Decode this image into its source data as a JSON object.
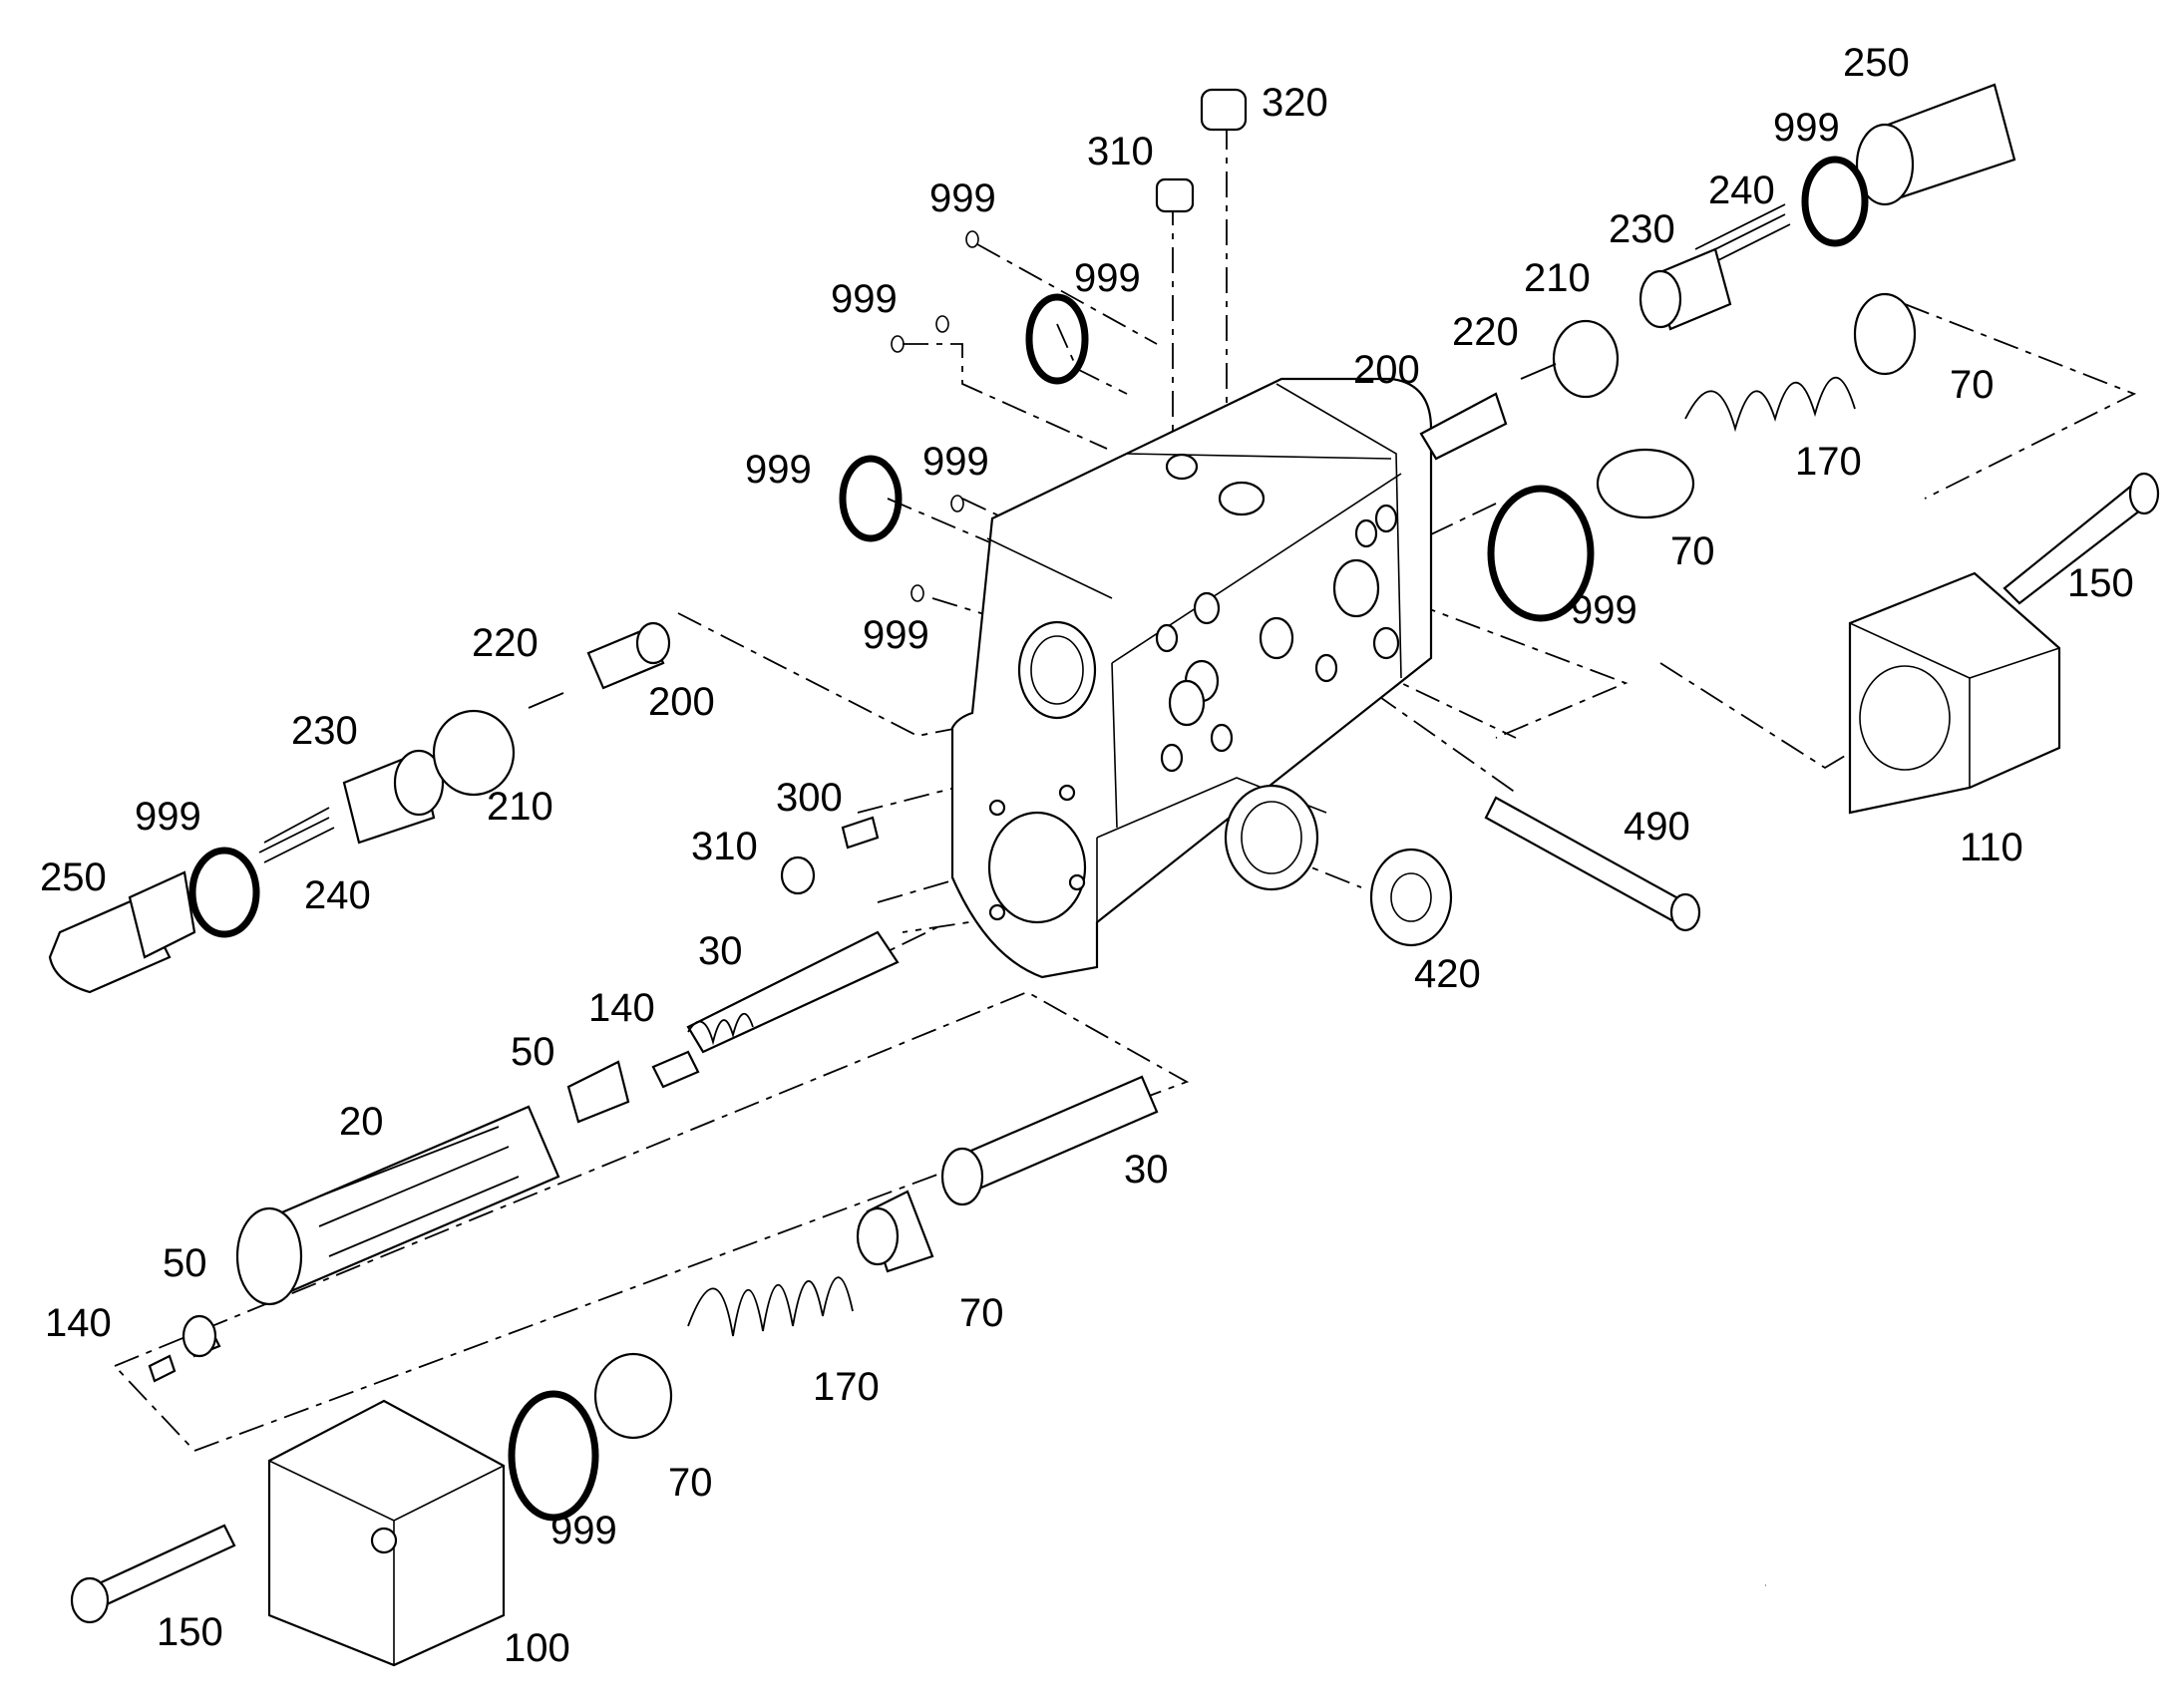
{
  "callouts": [
    "320",
    "310",
    "999",
    "999",
    "999",
    "250",
    "999",
    "240",
    "230",
    "210",
    "220",
    "200",
    "70",
    "999",
    "999",
    "170",
    "70",
    "999",
    "150",
    "999",
    "999",
    "220",
    "200",
    "230",
    "210",
    "999",
    "250",
    "240",
    "300",
    "310",
    "490",
    "110",
    "30",
    "420",
    "140",
    "50",
    "20",
    "30",
    "50",
    "140",
    "70",
    "170",
    "70",
    "999",
    "150",
    "100"
  ],
  "colors": {
    "line": "#000000",
    "background": "#ffffff"
  }
}
